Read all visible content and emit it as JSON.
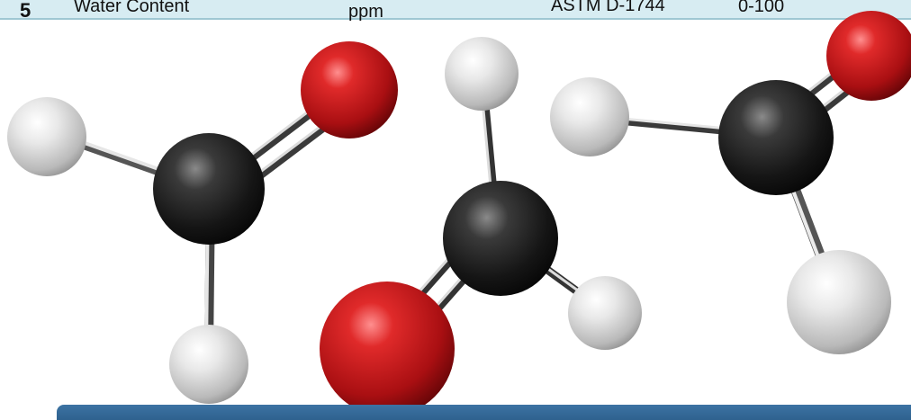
{
  "table_row": {
    "number": "5",
    "property": "Water Content",
    "unit": "ppm",
    "method": "ASTM D-1744",
    "range": "0-100"
  },
  "colors": {
    "row_background": "#d7ecf2",
    "carbon": "#1a1a1a",
    "oxygen": "#c4161c",
    "hydrogen": "#d9d9d9",
    "banner": "#2d5f8c"
  },
  "illustration": {
    "subject": "three formaldehyde molecule ball-and-stick models",
    "atoms": [
      "carbon",
      "oxygen",
      "hydrogen"
    ]
  }
}
